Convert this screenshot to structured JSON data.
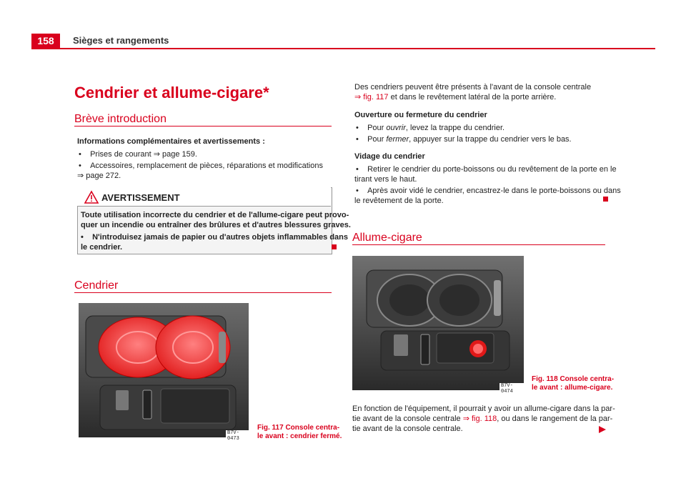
{
  "header": {
    "page_number": "158",
    "running_title": "Sièges et rangements"
  },
  "left": {
    "title": "Cendrier et allume-cigare*",
    "subtitle": "Brève introduction",
    "info_heading": "Informations complémentaires et avertissements :",
    "bullets": [
      {
        "text": "Prises de courant ",
        "link": "⇒ page 159."
      },
      {
        "text": "Accessoires, remplacement de pièces, réparations et modifications",
        "text2": "⇒ page 272."
      }
    ],
    "warning": {
      "title": "AVERTISSEMENT",
      "line1": "Toute utilisation incorrecte du cendrier et de l'allume-cigare peut provo-",
      "line2": "quer un incendie ou entraîner des brûlures et d'autres blessures graves.",
      "bullet_line1": "N'introduisez jamais de papier ou d'autres objets inflammables dans",
      "bullet_line2": "le cendrier."
    },
    "section2": "Cendrier",
    "fig117": {
      "label": "B7V-0473",
      "caption1": "Fig. 117   Console centra-",
      "caption2": "le avant : cendrier fermé."
    }
  },
  "right": {
    "p1_line1": "Des cendriers peuvent être présents à l'avant de la console centrale",
    "p1_link": "⇒ fig. 117",
    "p1_line2_rest": " et dans le revêtement latéral de la porte arrière.",
    "h_open": "Ouverture ou fermeture du cendrier",
    "b1_pre": "Pour ",
    "b1_em": "ouvrir",
    "b1_post": ", levez la trappe du cendrier.",
    "b2_pre": "Pour ",
    "b2_em": "fermer",
    "b2_post": ", appuyer sur la trappe du cendrier vers le bas.",
    "h_empty": "Vidage du cendrier",
    "b3_line1": "Retirer le cendrier du porte-boissons ou du revêtement de la porte en le",
    "b3_line2": "tirant vers le haut.",
    "b4_line1": "Après avoir vidé le cendrier, encastrez-le dans le porte-boissons ou dans",
    "b4_line2": "le revêtement de la porte.",
    "section3": "Allume-cigare",
    "fig118": {
      "label": "B7V-0474",
      "caption1": "Fig. 118   Console centra-",
      "caption2": "le avant : allume-cigare."
    },
    "p2_line1": "En fonction de l'équipement, il pourrait y avoir un allume-cigare dans la par-",
    "p2_line2_pre": "tie avant de la console centrale ",
    "p2_link": "⇒ fig. 118",
    "p2_line2_post": ", ou dans le rangement de la par-",
    "p2_line3": "tie avant de la console centrale."
  },
  "colors": {
    "accent": "#d9001d"
  },
  "icons": [
    "warning-triangle-icon",
    "next-page-arrow-icon"
  ]
}
